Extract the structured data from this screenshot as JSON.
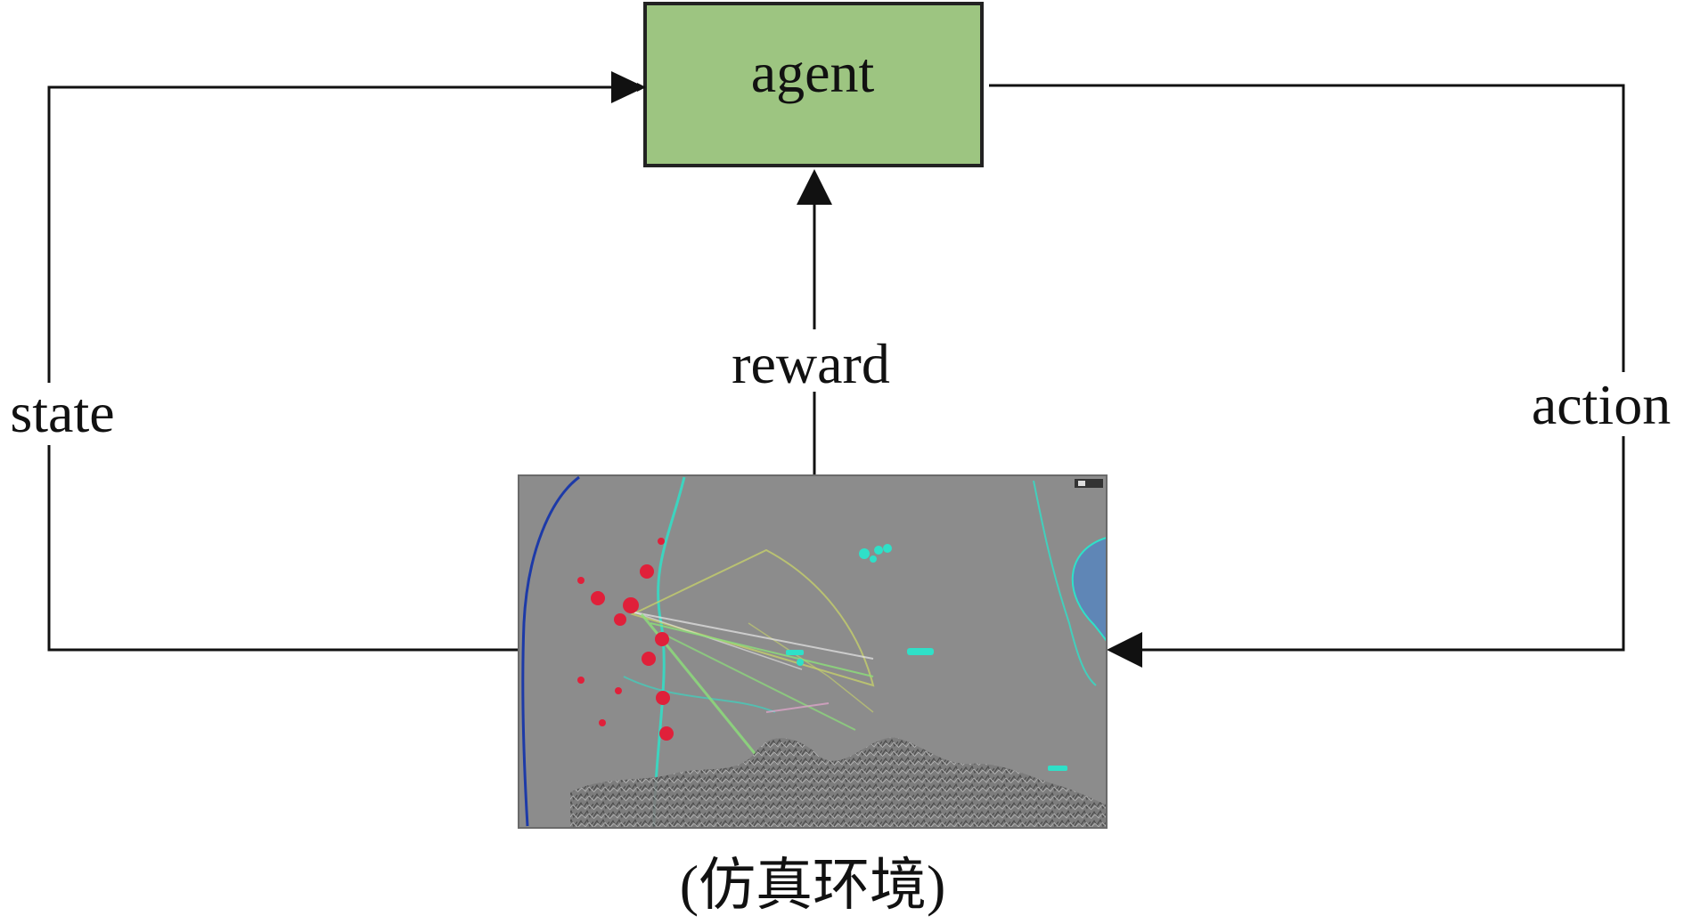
{
  "nodes": {
    "agent": {
      "label": "agent",
      "fill": "#9dc581",
      "stroke": "#222222"
    },
    "environment": {
      "caption": "(仿真环境)"
    }
  },
  "edges": {
    "state": {
      "label": "state"
    },
    "reward": {
      "label": "reward"
    },
    "action": {
      "label": "action"
    }
  },
  "colors": {
    "line": "#111111",
    "sim_background": "#8c8c8c",
    "sim_red": "#e0203a",
    "sim_cyan": "#2fe0c8",
    "sim_green": "#8de07a",
    "sim_blue": "#1d3aa8",
    "sim_lake": "#5f86b6"
  }
}
